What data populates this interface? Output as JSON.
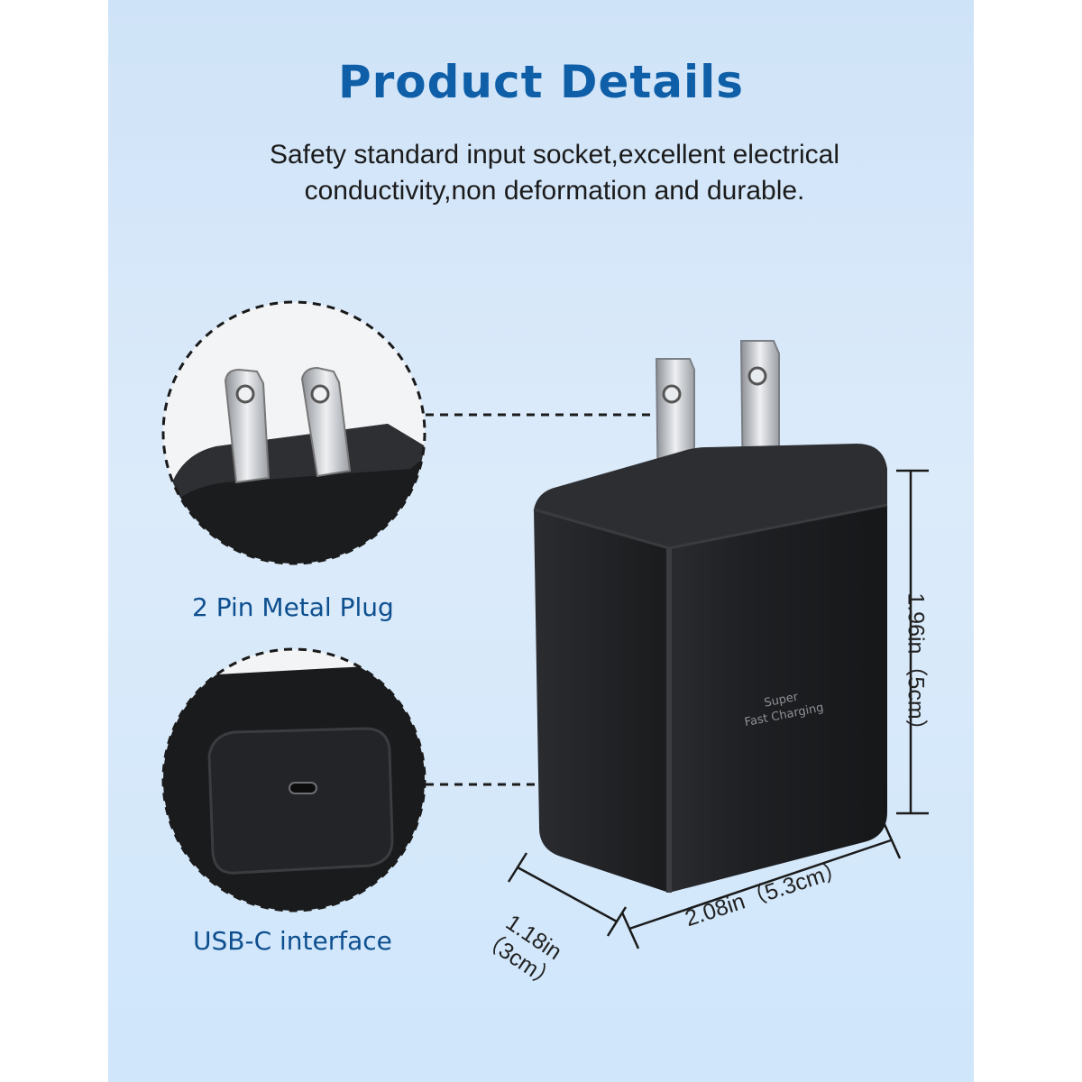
{
  "heading": "Product Details",
  "subtitle": {
    "line1": "Safety standard input socket,excellent electrical",
    "line2": "conductivity,non deformation and durable."
  },
  "callouts": {
    "plug": "2 Pin Metal Plug",
    "port": "USB-C interface"
  },
  "charger_print": {
    "line1": "Super",
    "line2": "Fast Charging"
  },
  "dimensions": {
    "height": "1.96in（5cm）",
    "width": "2.08in（5.3cm）",
    "depth_line1": "1.18in",
    "depth_line2": "（3cm）"
  },
  "colors": {
    "heading": "#0f5fa8",
    "label": "#0d4f8f",
    "body": "#1e1f22"
  }
}
